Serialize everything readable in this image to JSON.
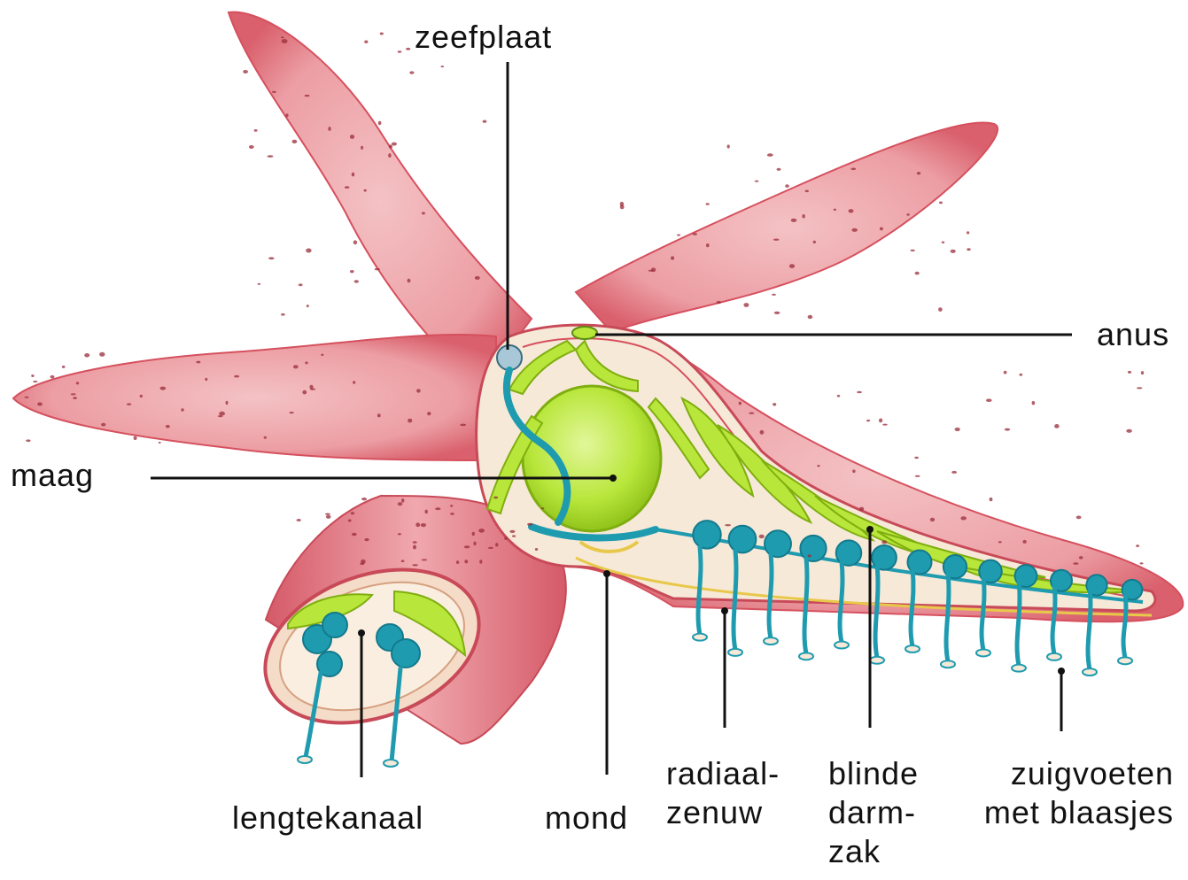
{
  "diagram": {
    "labels": {
      "zeefplaat": "zeefplaat",
      "anus": "anus",
      "maag": "maag",
      "lengtekanaal": "lengtekanaal",
      "mond": "mond",
      "radiaal_zenuw_line1": "radiaal-",
      "radiaal_zenuw_line2": "zenuw",
      "blinde_darmzak_line1": "blinde",
      "blinde_darmzak_line2": "darm-",
      "blinde_darmzak_line3": "zak",
      "zuigvoeten_line1": "zuigvoeten",
      "zuigvoeten_line2": "met blaasjes"
    },
    "colors": {
      "skin": "#e9939b",
      "skin_dark": "#d6505e",
      "spots": "#9a2c3a",
      "cavity": "#f7e9d8",
      "gut": "#b8e63a",
      "gut_dark": "#8cc41a",
      "canal": "#1f9bb0",
      "nerve": "#e8c84a",
      "leader": "#111111"
    }
  }
}
